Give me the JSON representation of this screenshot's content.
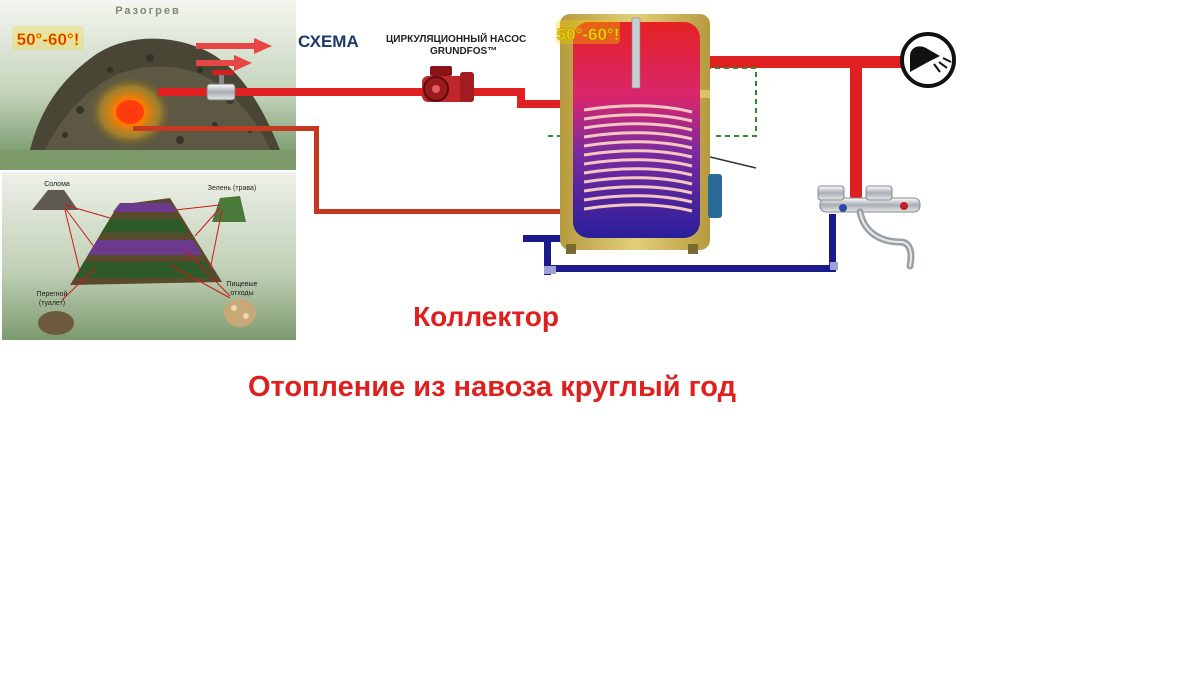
{
  "top_photo": {
    "title": "Разогрев",
    "temp_badge": "50°-60°!"
  },
  "layers_photo": {
    "label_straw": "Солома",
    "label_green": "Зелень (трава)",
    "label_humus_1": "Перегной",
    "label_humus_2": "(туалет)",
    "label_food_1": "Пищевые",
    "label_food_2": "отходы"
  },
  "scheme": {
    "title": "СХЕМА",
    "pump_label_1": "ЦИРКУЛЯЦИОННЫЙ НАСОС",
    "pump_label_2": "GRUNDFOS™",
    "boiler_temp_badge": "50°-60°!"
  },
  "captions": {
    "collector": "Коллектор",
    "main": "Отопление из навоза круглый год"
  },
  "colors": {
    "hot_pipe": "#e02020",
    "cold_pipe": "#1a1a8c",
    "boiler_body": "#c8b45a",
    "caption": "#e0201e",
    "badge": "#f5d000"
  }
}
